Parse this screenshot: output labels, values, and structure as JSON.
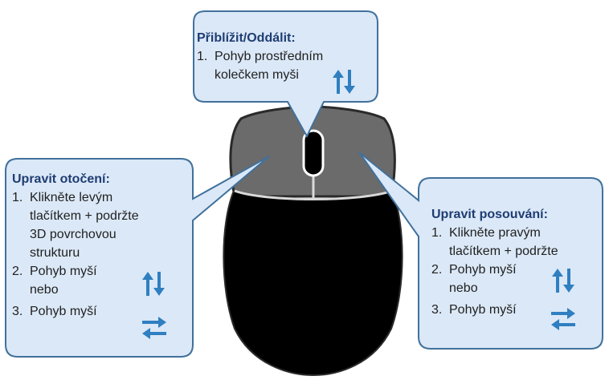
{
  "colors": {
    "callout_fill": "#dbe8f7",
    "callout_stroke": "#41719c",
    "arrow": "#2f7fc1",
    "mouse_body": "#000000",
    "mouse_buttons": "#6b6b6b"
  },
  "zoom": {
    "title": "Přiblížit/Oddálit:",
    "step1_num": "1.",
    "step1_line1": "Pohyb prostředním",
    "step1_line2": "kolečkem myši",
    "arrow_icon": "up-down-arrows-icon"
  },
  "rotate": {
    "title": "Upravit otočení:",
    "step1_num": "1.",
    "step1_lines": [
      "Klikněte levým",
      "tlačítkem + podržte",
      "3D povrchovou",
      "strukturu"
    ],
    "step2_num": "2.",
    "step2_line1": "Pohyb myší",
    "step2_line2": "nebo",
    "step3_num": "3.",
    "step3_line1": "Pohyb myší",
    "arrow_icon_1": "up-down-arrows-icon",
    "arrow_icon_2": "left-right-arrows-icon"
  },
  "pan": {
    "title": "Upravit posouvání:",
    "step1_num": "1.",
    "step1_lines": [
      "Klikněte pravým",
      "tlačítkem + podržte"
    ],
    "step2_num": "2.",
    "step2_line1": "Pohyb myší",
    "step2_line2": "nebo",
    "step3_num": "3.",
    "step3_line1": "Pohyb myší",
    "arrow_icon_1": "up-down-arrows-icon",
    "arrow_icon_2": "left-right-arrows-icon"
  }
}
